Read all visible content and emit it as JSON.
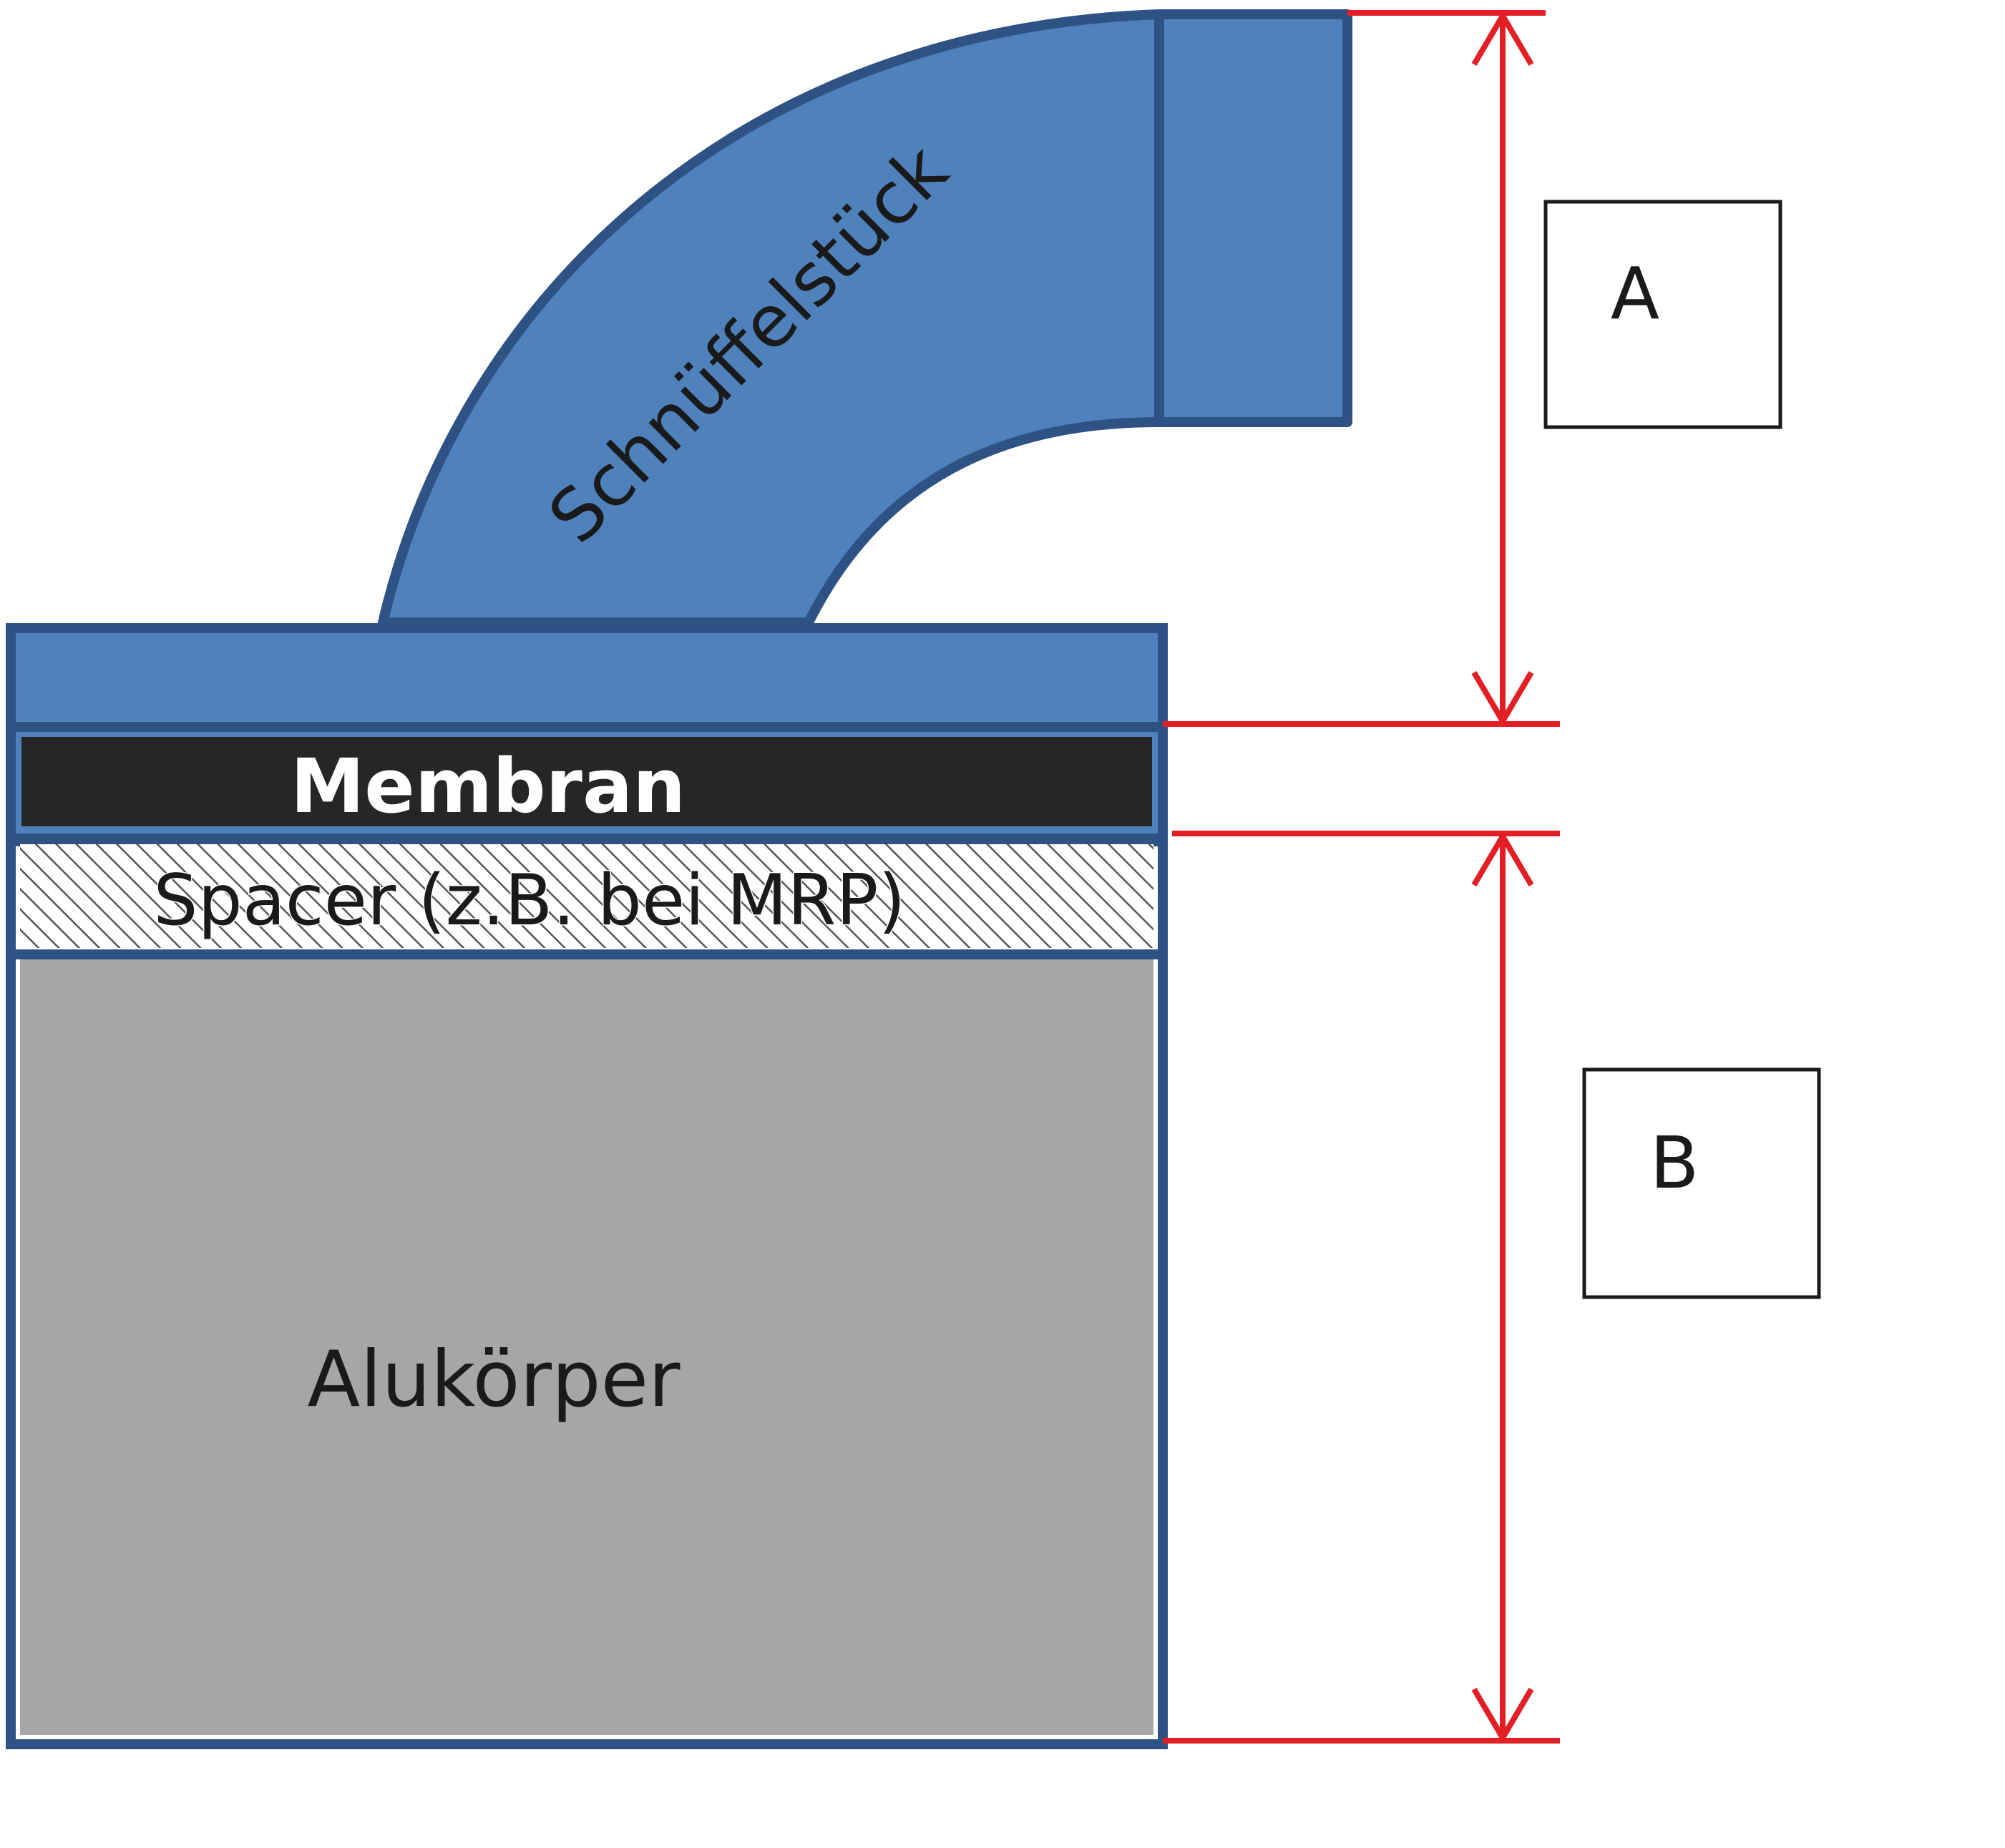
{
  "diagram": {
    "labels": {
      "pipe": "Schnüffelstück",
      "membrane": "Membran",
      "spacer": "Spacer (z.B. bei MRP)",
      "body": "Alukörper",
      "dimension_a": "A",
      "dimension_b": "B"
    },
    "colors": {
      "pipe_fill": "#4F81BD",
      "outline": "#2E5284",
      "membrane_fill": "#262626",
      "membrane_text": "#ffffff",
      "spacer_fill": "#ffffff",
      "spacer_hatch": "#555555",
      "body_fill": "#A6A6A6",
      "dimension_line": "#E31E24",
      "text": "#1a1a1a"
    }
  }
}
